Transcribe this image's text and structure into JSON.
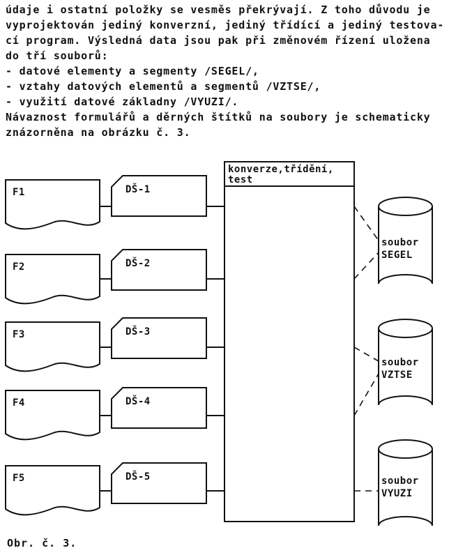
{
  "colors": {
    "paper": "#ffffff",
    "ink": "#111111"
  },
  "page": {
    "paragraph_lines": [
      "údaje i ostatní položky se vesměs překrývají. Z toho důvodu je",
      "vyprojektován jediný konverzní, jediný třídící a jediný testova-",
      "cí program. Výsledná data jsou pak při změnovém řízení uložena",
      "do tří souborů:",
      "- datové elementy a segmenty /SEGEL/,",
      "- vztahy datových elementů a segmentů /VZTSE/,",
      "- využití datové základny /VYUZI/.",
      "Návaznost formulářů a děrných štítků na soubory je schematicky",
      "znázorněna na obrázku č. 3."
    ],
    "caption": "Obr. č. 3."
  },
  "diagram": {
    "process": {
      "label_line1": "konverze,třídění,",
      "label_line2": "test"
    },
    "documents": [
      {
        "label": "F1"
      },
      {
        "label": "F2"
      },
      {
        "label": "F3"
      },
      {
        "label": "F4"
      },
      {
        "label": "F5"
      }
    ],
    "cards": [
      {
        "label": "DŠ-1"
      },
      {
        "label": "DŠ-2"
      },
      {
        "label": "DŠ-3"
      },
      {
        "label": "DŠ-4"
      },
      {
        "label": "DŠ-5"
      }
    ],
    "files": [
      {
        "line1": "soubor",
        "line2": "SEGEL"
      },
      {
        "line1": "soubor",
        "line2": "VZTSE"
      },
      {
        "line1": "soubor",
        "line2": "VYUZI"
      }
    ]
  }
}
